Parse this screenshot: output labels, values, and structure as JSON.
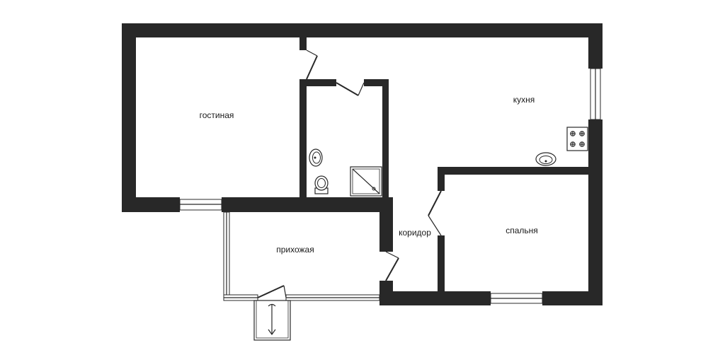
{
  "rooms": {
    "living_room": "гостиная",
    "kitchen": "кухня",
    "bedroom": "спальня",
    "hallway": "прихожая",
    "corridor": "коридор"
  },
  "icons": {
    "stove": "stove-icon",
    "kitchen_sink": "sink-icon",
    "bathroom_sink": "washbasin-icon",
    "toilet": "toilet-icon",
    "shower": "shower-tray-icon",
    "stairs": "stairs-icon"
  },
  "colors": {
    "wall": "#282828",
    "background": "#ffffff"
  }
}
